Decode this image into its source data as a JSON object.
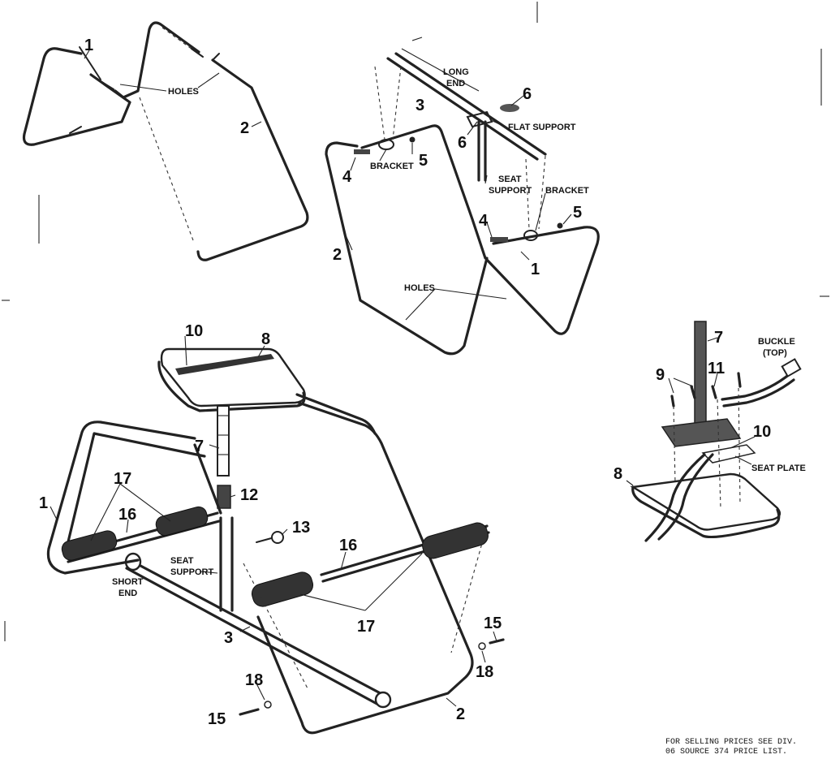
{
  "callouts": {
    "n1": "1",
    "n2": "2",
    "n3": "3",
    "n4": "4",
    "n5": "5",
    "n6": "6",
    "n7": "7",
    "n8": "8",
    "n9": "9",
    "n10": "10",
    "n11": "11",
    "n12": "12",
    "n13": "13",
    "n15": "15",
    "n16": "16",
    "n17": "17",
    "n18": "18"
  },
  "labels": {
    "holes": "HOLES",
    "long": "LONG",
    "end": "END",
    "flat_support": "FLAT SUPPORT",
    "bracket": "BRACKET",
    "seat": "SEAT",
    "support": "SUPPORT",
    "short": "SHORT",
    "buckle": "BUCKLE",
    "top": "(TOP)",
    "seat_plate": "SEAT PLATE"
  },
  "footer": {
    "line1": "FOR SELLING PRICES SEE DIV.",
    "line2": "06 SOURCE 374 PRICE LIST."
  }
}
